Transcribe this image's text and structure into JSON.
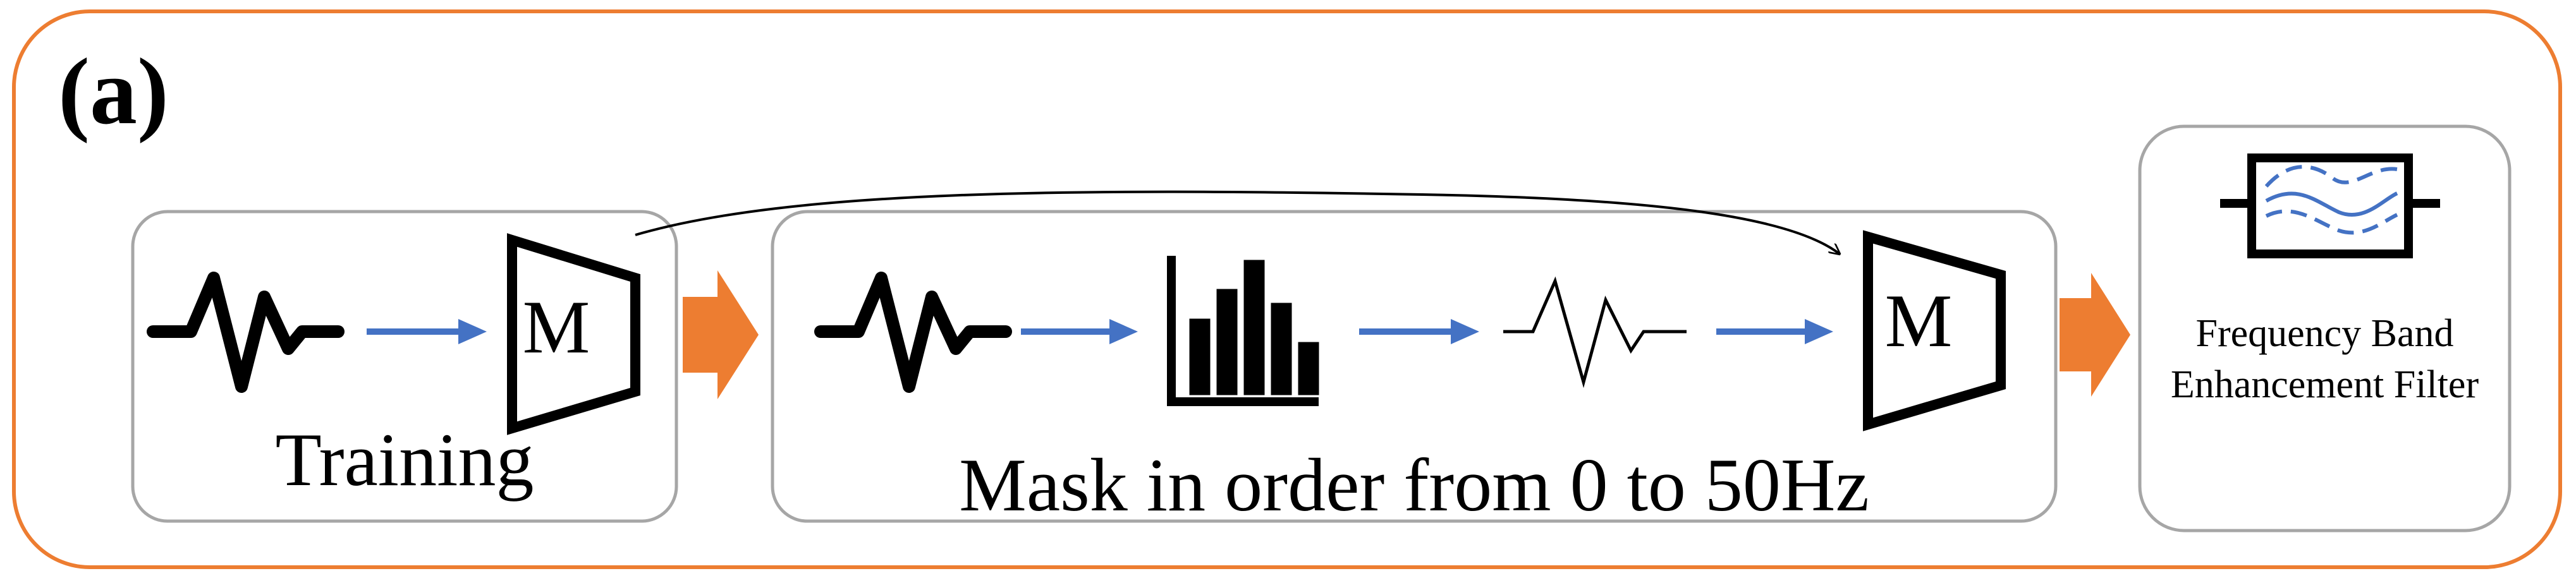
{
  "panel_label": "(a)",
  "blocks": {
    "training": {
      "label": "Training",
      "model_letter": "M"
    },
    "masking": {
      "label": "Mask in order from 0 to 50Hz",
      "model_letter": "M"
    },
    "filter": {
      "label": "Frequency Band Enhancement Filter"
    }
  },
  "icons": {
    "signal": "waveform-icon",
    "spectrum": "bar-chart-icon",
    "masked_signal": "thin-waveform-icon",
    "model": "trapezoid-model-icon",
    "filter": "band-filter-icon"
  },
  "colors": {
    "outer_border": "#ED7D31",
    "block_border": "#A6A6A6",
    "flow_arrow": "#4472C4",
    "stage_arrow": "#ED7D31",
    "filter_wave": "#4472C4",
    "ink": "#000000"
  }
}
